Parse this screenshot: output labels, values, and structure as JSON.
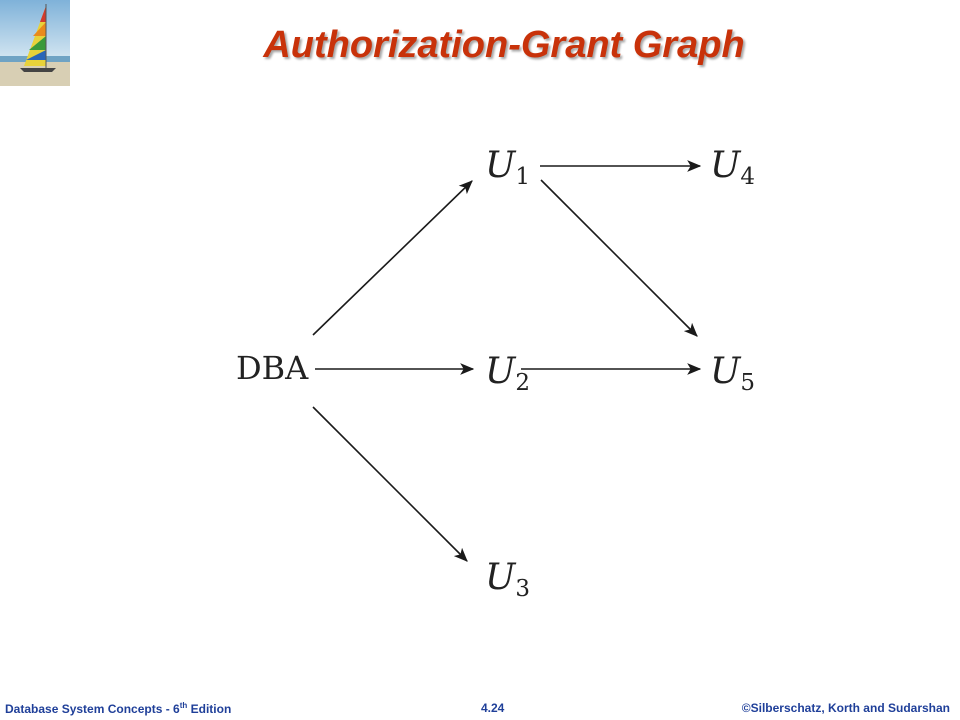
{
  "slide": {
    "title": "Authorization-Grant Graph"
  },
  "diagram": {
    "nodes": [
      {
        "id": "DBA",
        "label": "DBA",
        "sub": ""
      },
      {
        "id": "U1",
        "label": "U",
        "sub": "1"
      },
      {
        "id": "U2",
        "label": "U",
        "sub": "2"
      },
      {
        "id": "U3",
        "label": "U",
        "sub": "3"
      },
      {
        "id": "U4",
        "label": "U",
        "sub": "4"
      },
      {
        "id": "U5",
        "label": "U",
        "sub": "5"
      }
    ],
    "edges": [
      {
        "from": "DBA",
        "to": "U1"
      },
      {
        "from": "DBA",
        "to": "U2"
      },
      {
        "from": "DBA",
        "to": "U3"
      },
      {
        "from": "U1",
        "to": "U4"
      },
      {
        "from": "U1",
        "to": "U5"
      },
      {
        "from": "U2",
        "to": "U5"
      }
    ]
  },
  "footer": {
    "book": "Database  System Concepts  - 6",
    "edition_sup": "th",
    "edition_rest": " Edition",
    "page": "4.24",
    "copyright": "©Silberschatz, Korth and Sudarshan"
  },
  "colors": {
    "title": "#c8320a",
    "footer": "#1f3f99"
  },
  "icons": {
    "logo": "sailboat-logo-icon"
  }
}
